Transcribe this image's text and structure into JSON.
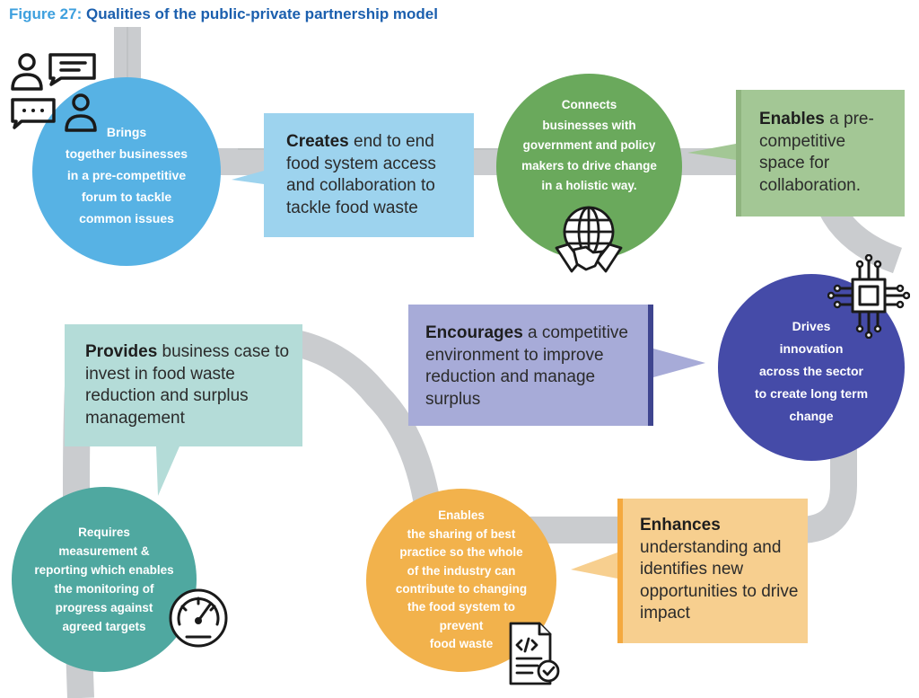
{
  "figure": {
    "number": "Figure 27:",
    "title": "Qualities of the public-private partnership model"
  },
  "colors": {
    "road": "#cacccf",
    "light_blue": "#9dd3ee",
    "blue_circle": "#57b2e4",
    "green_circle": "#6aa95c",
    "green_box": "#a3c795",
    "navy_circle": "#454ba8",
    "lavender_box": "#a7abd8",
    "teal_circle": "#4fa8a0",
    "mint_box": "#b4dcd8",
    "orange_circle": "#f2b24c",
    "peach_box": "#f7cf8f"
  },
  "circles": {
    "brings": "Brings\ntogether businesses\nin a pre-competitive\nforum to tackle\ncommon issues",
    "connects": "Connects\nbusinesses with\ngovernment and policy\nmakers to drive change\nin a holistic way.",
    "drives": "Drives\ninnovation\nacross the sector\nto create long term\nchange",
    "enables": "Enables\nthe sharing of best\npractice so the whole\nof the industry can\ncontribute to changing\nthe food system to\nprevent\nfood waste",
    "requires": "Requires\nmeasurement &\nreporting which enables\nthe monitoring of\nprogress against\nagreed targets"
  },
  "boxes": {
    "creates": {
      "bold": "Creates",
      "rest": " end to end food system access and collaboration to tackle food waste"
    },
    "enables": {
      "bold": "Enables",
      "rest": " a pre-competitive space for collaboration."
    },
    "encourages": {
      "bold": "Encourages",
      "rest": " a competitive environment to improve reduction and manage surplus"
    },
    "provides": {
      "bold": "Provides",
      "rest": " business case to invest in food waste reduction and surplus management"
    },
    "enhances": {
      "bold": "Enhances",
      "rest": " understanding and identifies new opportunities to drive impact"
    }
  },
  "icons": [
    "people-chat-icon",
    "globe-handshake-icon",
    "circuit-chip-icon",
    "gauge-icon",
    "code-document-icon"
  ]
}
